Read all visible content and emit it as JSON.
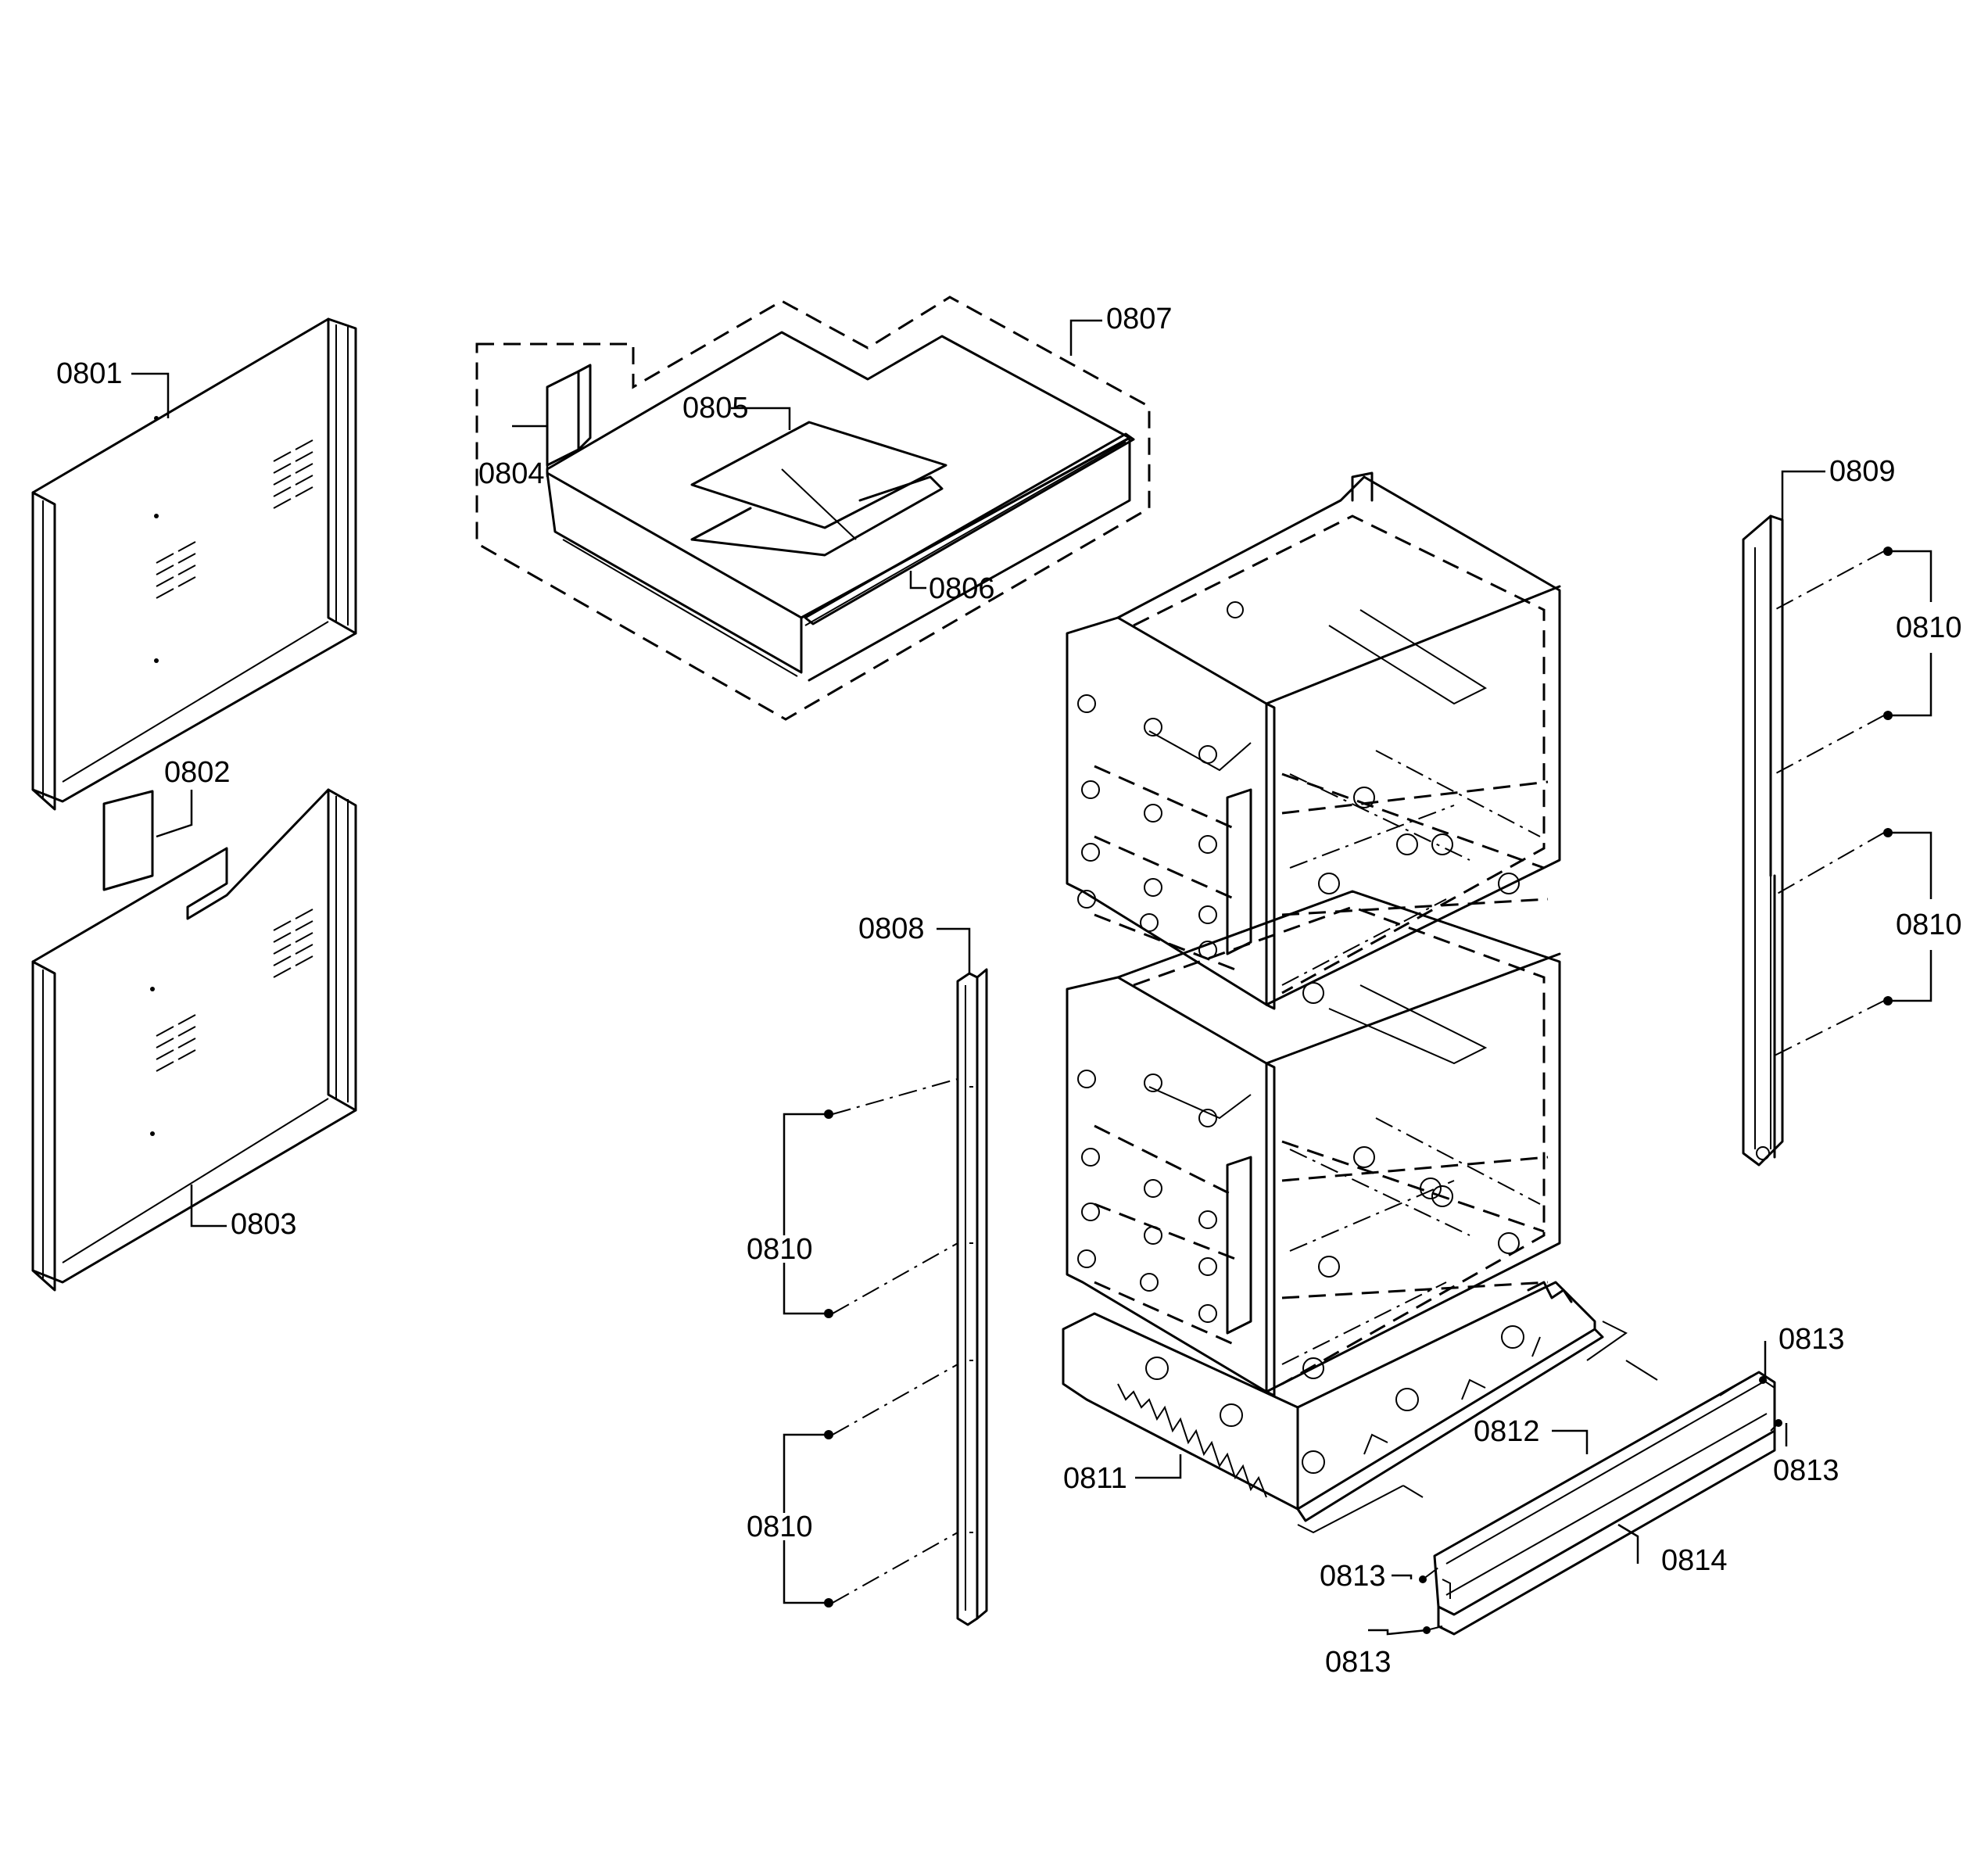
{
  "callouts": {
    "c0801": "0801",
    "c0802": "0802",
    "c0803": "0803",
    "c0804": "0804",
    "c0805": "0805",
    "c0806": "0806",
    "c0807": "0807",
    "c0808": "0808",
    "c0809": "0809",
    "c0810_a": "0810",
    "c0810_b": "0810",
    "c0810_c": "0810",
    "c0810_d": "0810",
    "c0811": "0811",
    "c0812": "0812",
    "c0813_a": "0813",
    "c0813_b": "0813",
    "c0813_c": "0813",
    "c0813_d": "0813",
    "c0814": "0814"
  },
  "colors": {
    "line": "#000000",
    "background": "#ffffff"
  }
}
